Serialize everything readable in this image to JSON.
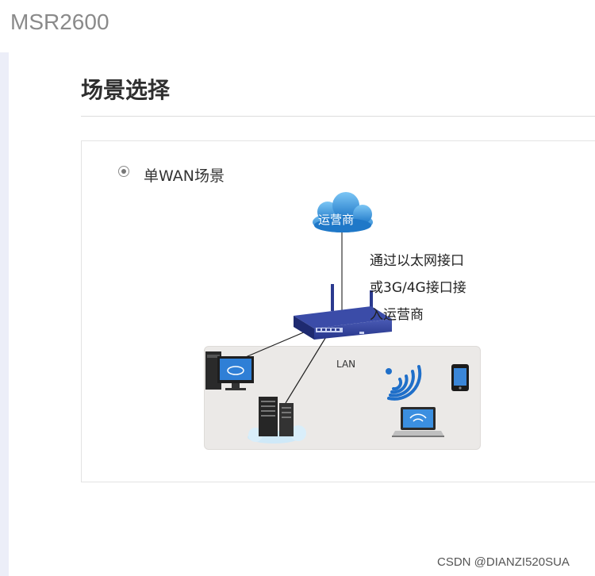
{
  "app": {
    "brand": "MSR2600"
  },
  "page": {
    "title": "场景选择"
  },
  "scenario": {
    "option_label": "单WAN场景",
    "selected": true
  },
  "diagram": {
    "isp_label": "运营商",
    "description_lines": [
      "通过以太网接口",
      "或3G/4G接口接",
      "入运营商"
    ],
    "lan_label": "LAN"
  },
  "watermark": "CSDN @DIANZI520SUA",
  "colors": {
    "router": "#2b3a8f",
    "cloud": "#2d8fd8",
    "lan_background": "#ebe9e7",
    "wifi": "#1f6fc9"
  },
  "icons": [
    "cloud-icon",
    "router-icon",
    "desktop-pc-icon",
    "server-icon",
    "wifi-signal-icon",
    "phone-icon",
    "laptop-icon"
  ]
}
